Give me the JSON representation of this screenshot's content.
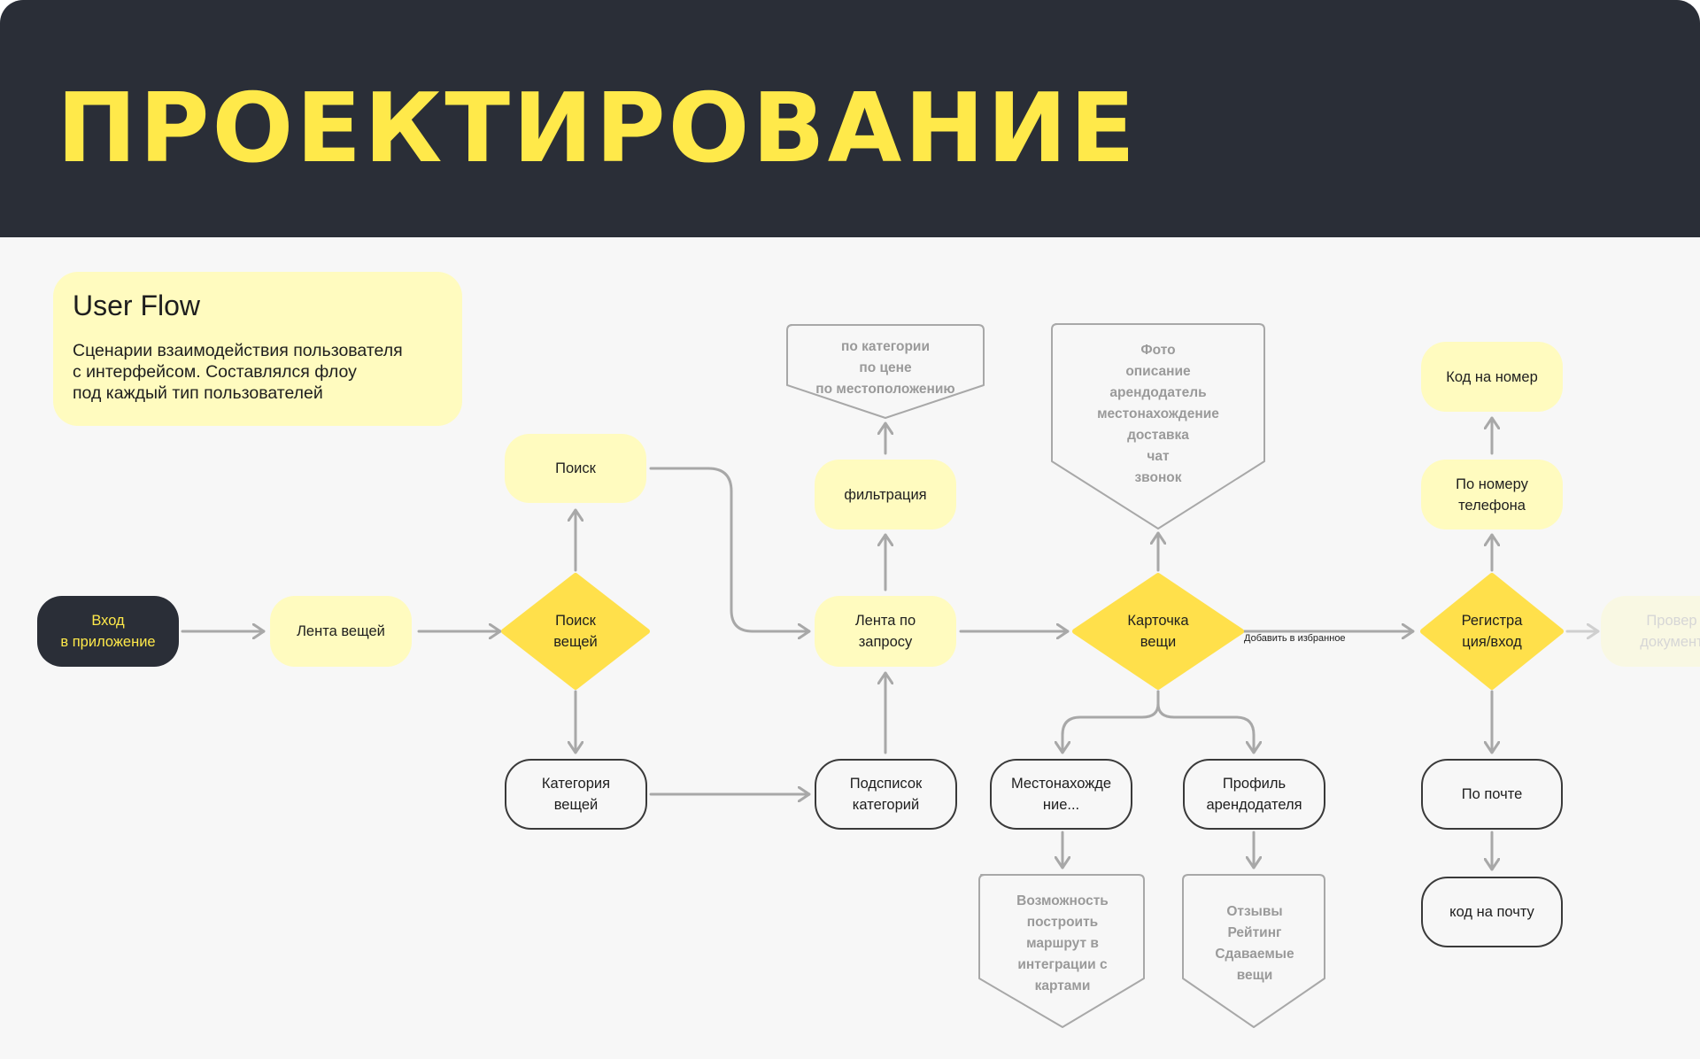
{
  "header": {
    "title": "ПРОЕКТИРОВАНИЕ"
  },
  "intro": {
    "title": "User Flow",
    "text": "Сценарии взаимодействия пользователя\nс интерфейсом. Составлялся флоу\nпод каждый тип пользователей"
  },
  "nodes": {
    "entry": "Вход\nв приложение",
    "feed": "Лента вещей",
    "search_decision": "Поиск\nвещей",
    "search": "Поиск",
    "category": "Категория\nвещей",
    "query_feed": "Лента по\nзапросу",
    "filtering": "фильтрация",
    "subcategories": "Подсписок\nкатегорий",
    "item_card": "Карточка\nвещи",
    "location": "Местонахожде\nние...",
    "owner_profile": "Профиль\nарендодателя",
    "registration": "Регистра\nция/вход",
    "by_phone": "По номеру\nтелефона",
    "code_phone": "Код на номер",
    "by_email": "По почте",
    "code_email": "код на почту",
    "next_faded": "Провер\nдокумент"
  },
  "notes": {
    "filter_options": "по категории\nпо цене\nпо местоположению",
    "card_details": "Фото\nописание\nарендодатель\nместонахождение\nдоставка\nчат\nзвонок",
    "route_map": "Возможность\nпостроить\nмаршрут в\nинтеграции с\nкартами",
    "reviews": "Отзывы\nРейтинг\nСдаваемые\nвещи"
  },
  "edge_labels": {
    "add_favorites": "Добавить в избранное"
  },
  "colors": {
    "header_bg": "#2a2e37",
    "accent_yellow": "#ffe94a",
    "diamond_yellow": "#ffe04b",
    "pill_yellow": "#fffbbf",
    "connector_gray": "#a8a8a8",
    "note_gray": "#9a9a9a"
  }
}
